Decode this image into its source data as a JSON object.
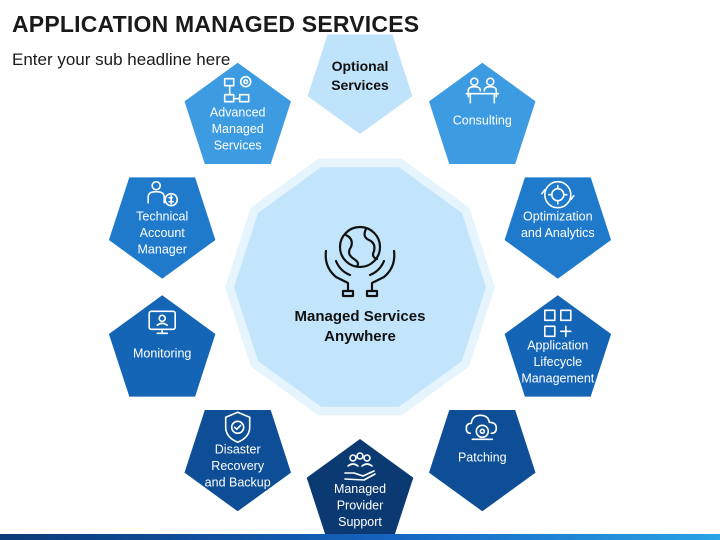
{
  "header": {
    "title": "APPLICATION MANAGED SERVICES",
    "subtitle": "Enter your sub headline here"
  },
  "center": {
    "lines": [
      "Managed Services",
      "Anywhere"
    ],
    "icon": "globe-in-hands-icon"
  },
  "colors": {
    "optional": "#bfe3fa",
    "light": "#3d9be2",
    "mid": "#1f7acc",
    "medium": "#1565b6",
    "dark": "#0d4e96",
    "darkest": "#0b3a72",
    "center_fill": "#c3e5fb",
    "center_ring": "#e6f4fd",
    "text_dark": "#111111",
    "text_light": "#ffffff"
  },
  "nodes": [
    {
      "id": "optional-services",
      "lines": [
        "Optional",
        "Services"
      ],
      "icon": "",
      "tone": "optional"
    },
    {
      "id": "consulting",
      "lines": [
        "Consulting"
      ],
      "icon": "meeting-icon",
      "tone": "light"
    },
    {
      "id": "optimization-analytics",
      "lines": [
        "Optimization",
        "and Analytics"
      ],
      "icon": "gear-cycle-icon",
      "tone": "mid"
    },
    {
      "id": "application-lifecycle-management",
      "lines": [
        "Application",
        "Lifecycle",
        "Management"
      ],
      "icon": "app-grid-icon",
      "tone": "medium"
    },
    {
      "id": "patching",
      "lines": [
        "Patching"
      ],
      "icon": "cloud-gear-icon",
      "tone": "dark"
    },
    {
      "id": "managed-provider-support",
      "lines": [
        "Managed",
        "Provider",
        "Support"
      ],
      "icon": "people-hand-icon",
      "tone": "darkest"
    },
    {
      "id": "disaster-recovery-backup",
      "lines": [
        "Disaster",
        "Recovery",
        "and Backup"
      ],
      "icon": "shield-check-icon",
      "tone": "dark"
    },
    {
      "id": "monitoring",
      "lines": [
        "Monitoring"
      ],
      "icon": "monitor-user-icon",
      "tone": "medium"
    },
    {
      "id": "technical-account-manager",
      "lines": [
        "Technical",
        "Account",
        "Manager"
      ],
      "icon": "manager-dollar-icon",
      "tone": "mid"
    },
    {
      "id": "advanced-managed-services",
      "lines": [
        "Advanced",
        "Managed",
        "Services"
      ],
      "icon": "flowchart-gear-icon",
      "tone": "light"
    }
  ]
}
